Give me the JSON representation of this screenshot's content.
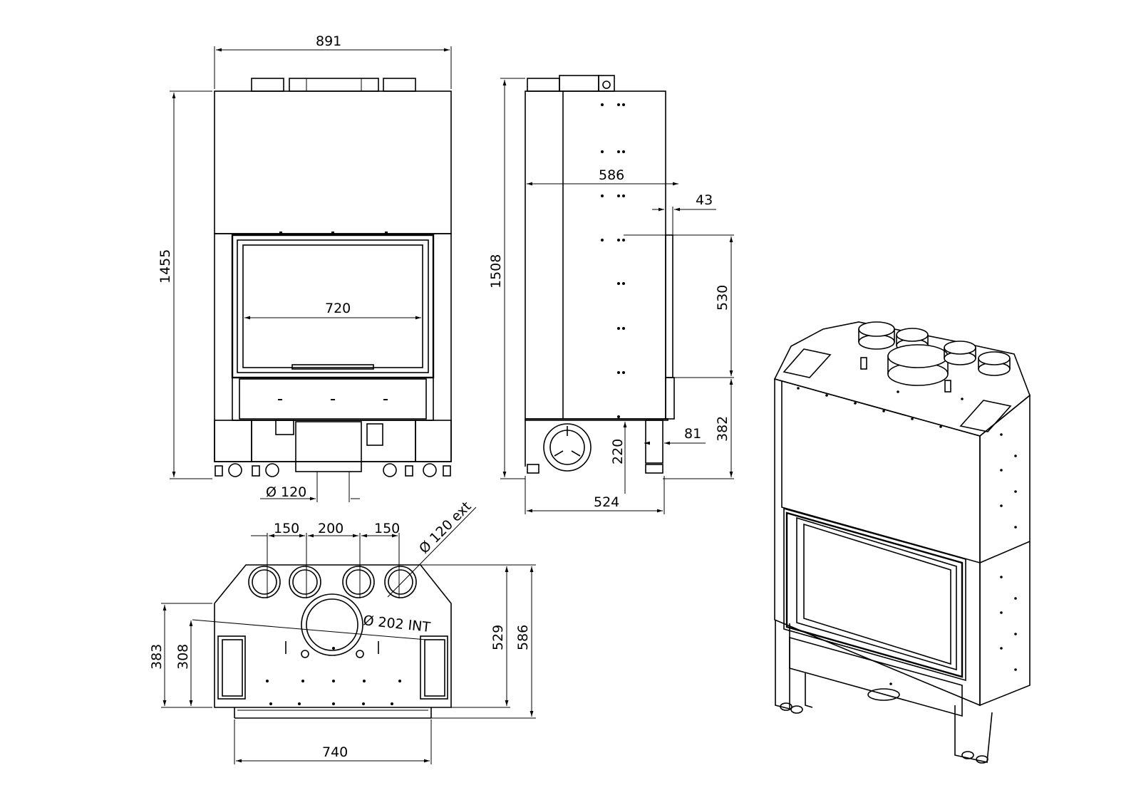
{
  "front_view": {
    "width_label": "891",
    "height_label": "1455",
    "glass_width_label": "720",
    "flue_label": "Ø 120"
  },
  "side_view": {
    "depth_label": "586",
    "height_label": "1508",
    "offset_label": "43",
    "door_height_label": "530",
    "lower_height_label": "382",
    "outlet_height_label": "220",
    "foot_offset_label": "81",
    "base_depth_label": "524"
  },
  "top_view": {
    "spacing_left_label": "150",
    "spacing_mid_label": "200",
    "spacing_right_label": "150",
    "outlet_ext_label": "Ø 120 ext",
    "main_flue_label": "Ø 202 INT",
    "side_depth_1_label": "383",
    "side_depth_2_label": "308",
    "depth_1_label": "529",
    "depth_2_label": "586",
    "base_width_label": "740"
  }
}
